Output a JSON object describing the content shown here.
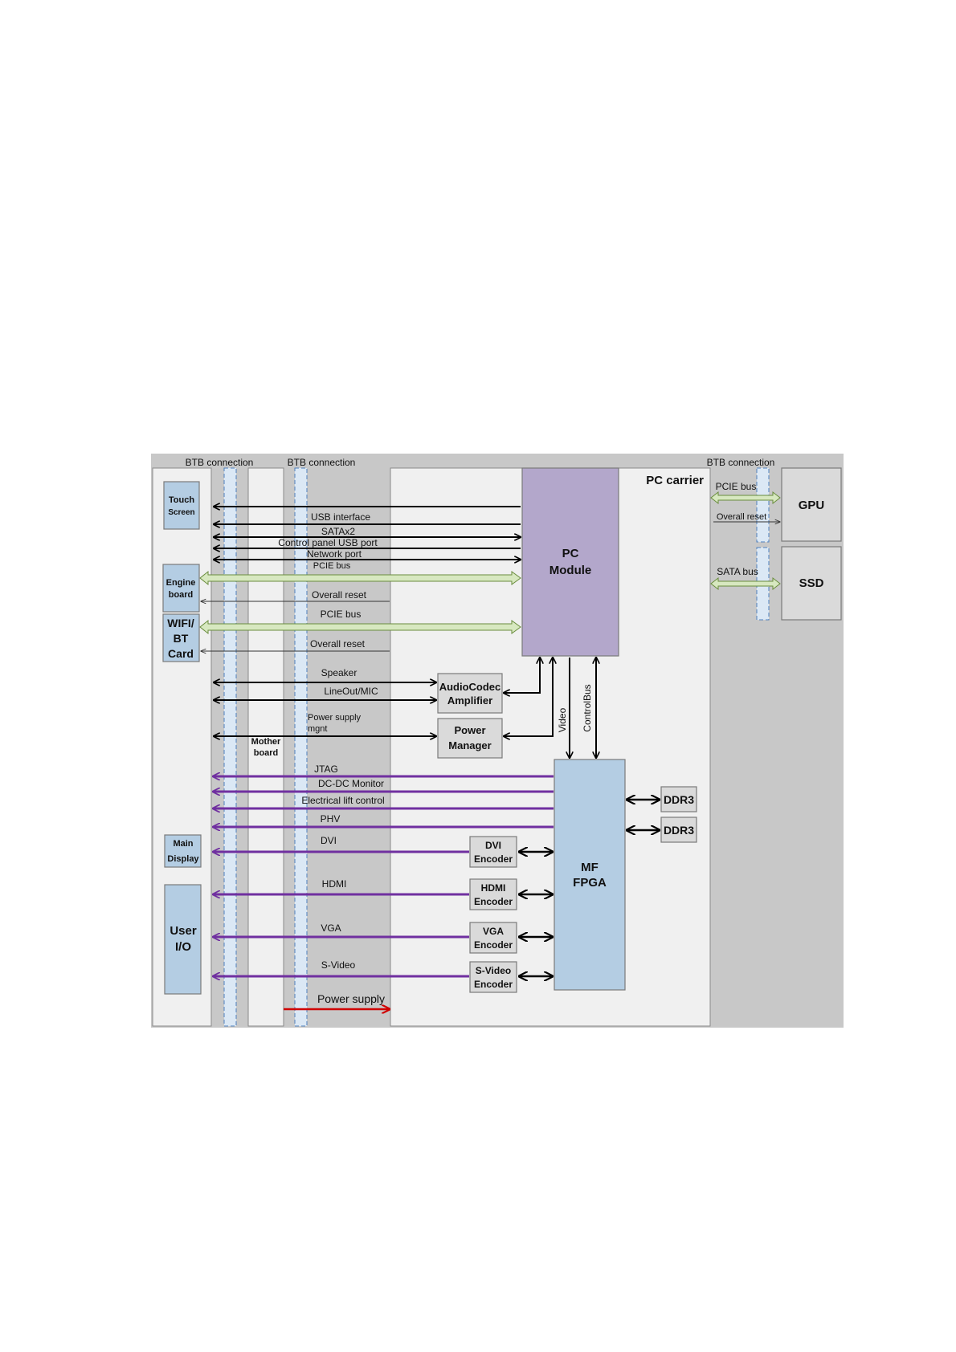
{
  "headers": {
    "btb_left": "BTB connection",
    "btb_mid": "BTB connection",
    "btb_right": "BTB connection",
    "pc_carrier": "PC carrier"
  },
  "blocks": {
    "touch_screen": [
      "Touch",
      "Screen"
    ],
    "engine_board": [
      "Engine",
      "board"
    ],
    "wifi_bt_card": [
      "WIFI/",
      "BT",
      "Card"
    ],
    "main_display": [
      "Main",
      "Display"
    ],
    "user_io": [
      "User",
      "I/O"
    ],
    "mother_board": [
      "Mother",
      "board"
    ],
    "pc_module": [
      "PC",
      "Module"
    ],
    "audio_codec": [
      "AudioCodec",
      "Amplifier"
    ],
    "power_manager": [
      "Power",
      "Manager"
    ],
    "mf_fpga": [
      "MF",
      "FPGA"
    ],
    "ddr3_a": "DDR3",
    "ddr3_b": "DDR3",
    "dvi_encoder": [
      "DVI",
      "Encoder"
    ],
    "hdmi_encoder": [
      "HDMI",
      "Encoder"
    ],
    "vga_encoder": [
      "VGA",
      "Encoder"
    ],
    "svideo_encoder": [
      "S-Video",
      "Encoder"
    ],
    "gpu": "GPU",
    "ssd": "SSD"
  },
  "signals": {
    "usb_interface": "USB interface",
    "sata_x2": "SATAx2",
    "control_panel_usb": "Control  panel USB port",
    "network_port": "Network port",
    "pcie_bus_engine": "PCIE bus",
    "overall_reset_engine": "Overall reset",
    "pcie_bus_wifi": "PCIE bus",
    "overall_reset_wifi": "Overall reset",
    "speaker": "Speaker",
    "lineout_mic": "LineOut/MIC",
    "power_supply_mgnt": [
      "Power supply",
      "mgnt"
    ],
    "video": "Video",
    "control_bus": "ControlBus",
    "jtag": "JTAG",
    "dcdc_monitor": "DC-DC Monitor",
    "electrical_lift": "Electrical lift control",
    "phv": "PHV",
    "dvi": "DVI",
    "hdmi": "HDMI",
    "vga": "VGA",
    "s_video": "S-Video",
    "power_supply": "Power supply",
    "pcie_bus_gpu": "PCIE bus",
    "overall_reset_gpu": "Overall reset",
    "sata_bus": "SATA bus"
  },
  "colors": {
    "band_grey": "#c8c8c8",
    "panel_light": "#f0f0f0",
    "block_blue": "#b4cde3",
    "pc_module_purple": "#b3a7cb",
    "encoder_grey": "#dadada",
    "purple_line": "#7030a0",
    "green_arrow": "#d7e8c0",
    "red_arrow": "#d00000",
    "connector_fill": "#dbe8f5"
  }
}
